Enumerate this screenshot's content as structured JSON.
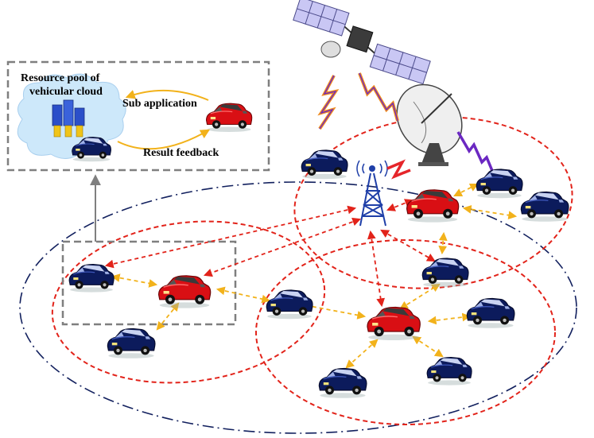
{
  "resource_pool": {
    "title_line1": "Resource pool of",
    "title_line2": "vehicular cloud",
    "sub_application": "Sub application",
    "result_feedback": "Result feedback"
  },
  "colors": {
    "red_car": "#d90f14",
    "blue_car": "#0c1b5c",
    "red_dash": "#e2231a",
    "blue_dashdot": "#12205e",
    "orange_arrow": "#f2b21b",
    "cloud": "#cde8fa",
    "box_border": "#7f7f7f"
  },
  "icons": [
    "satellite-icon",
    "satellite-dish-icon",
    "cell-tower-icon",
    "server-icon",
    "car-icon",
    "lightning-icon",
    "cloud-icon"
  ]
}
